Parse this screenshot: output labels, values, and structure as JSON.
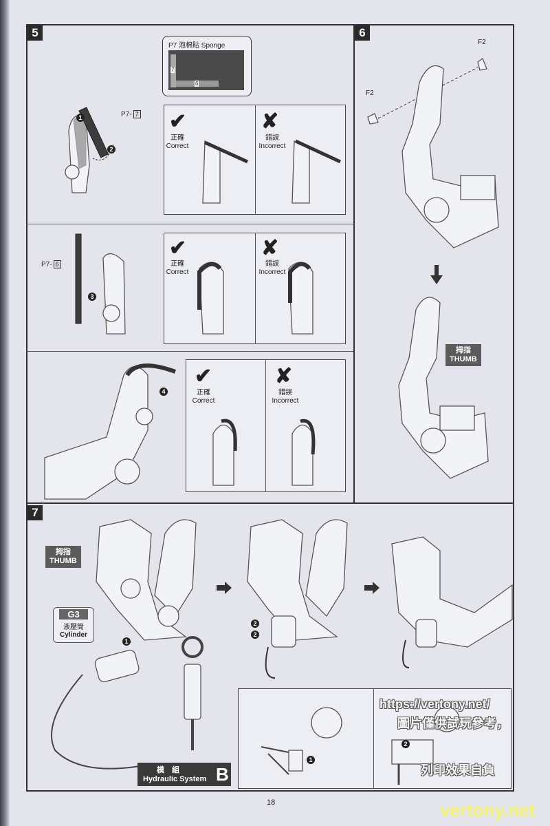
{
  "page_number": "18",
  "steps": {
    "step5": {
      "number": "5",
      "sponge_sheet": {
        "title": "P7   泡棉貼 Sponge",
        "part_7": "7",
        "part_6": "6"
      },
      "row1": {
        "part_label": "P7-",
        "part_id": "7",
        "callouts": [
          "1",
          "2"
        ]
      },
      "row2": {
        "part_label": "P7-",
        "part_id": "6",
        "callouts": [
          "3"
        ]
      },
      "row3": {
        "callouts": [
          "4"
        ]
      },
      "correct": {
        "zh": "正確",
        "en": "Correct",
        "icon": "check-icon"
      },
      "incorrect": {
        "zh": "錯誤",
        "en": "Incorrect",
        "icon": "cross-icon"
      }
    },
    "step6": {
      "number": "6",
      "part_left": "F2",
      "part_right": "F2",
      "thumb_zh": "拇指",
      "thumb_en": "THUMB"
    },
    "step7": {
      "number": "7",
      "thumb_zh": "拇指",
      "thumb_en": "THUMB",
      "cylinder_id": "G3",
      "cylinder_zh": "液壓筒",
      "cylinder_en": "Cylinder",
      "callouts": [
        "1",
        "2",
        "2",
        "2",
        "1"
      ],
      "module_zh": "模　組",
      "module_en": "Hydraulic System",
      "module_letter": "B"
    }
  },
  "watermark": {
    "url": "https://vertony.net/",
    "line1": "圖片僅供試玩參考，",
    "line2": "列印效果自負",
    "site": "vertony.net"
  }
}
